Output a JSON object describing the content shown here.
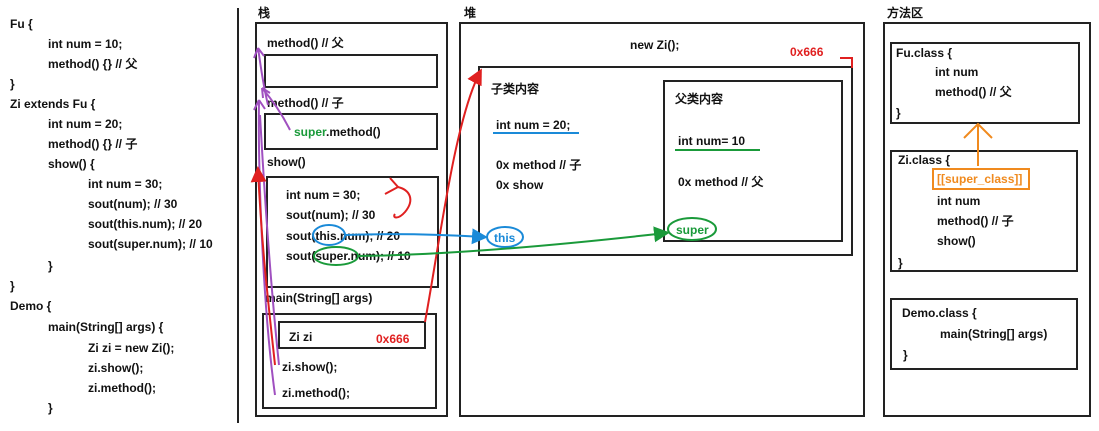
{
  "code": {
    "lines": [
      "Fu {",
      "int num = 10;",
      "method() {} // 父",
      "}",
      "Zi extends Fu {",
      "int num = 20;",
      "method() {} // 子",
      "show() {",
      "int num = 30;",
      "sout(num); // 30",
      "sout(this.num); // 20",
      "sout(super.num); // 10",
      "}",
      "}",
      "Demo {",
      "main(String[] args) {",
      "Zi zi = new Zi();",
      "zi.show();",
      "zi.method();",
      "}"
    ]
  },
  "stack": {
    "title": "栈",
    "frame_method_parent": "method() // 父",
    "frame_method_child": "method() // 子",
    "super_word": "super",
    "super_call_rest": ".method()",
    "frame_show": "show()",
    "show_line1": "int num = 30;",
    "show_line2": "sout(num); // 30",
    "show_line3_pre": "sout(",
    "show_line3_this": "this",
    "show_line3_post": ".num); // 20",
    "show_line4_pre": "sout(",
    "show_line4_super": "super",
    "show_line4_post": ".num); // 10",
    "frame_main": "main(String[] args)",
    "main_var": "Zi zi",
    "main_addr": "0x666",
    "main_call1": "zi.show();",
    "main_call2": "zi.method();"
  },
  "heap": {
    "title": "堆",
    "new_label": "new Zi();",
    "addr": "0x666",
    "child_title": "子类内容",
    "child_num": "int num = 20;",
    "child_method": "0x method // 子",
    "child_show": "0x show",
    "this_tag": "this",
    "parent_title": "父类内容",
    "parent_num": "int num= 10",
    "parent_method": "0x method // 父",
    "super_tag": "super"
  },
  "method_area": {
    "title": "方法区",
    "fu_class": "Fu.class {",
    "fu_num": "int num",
    "fu_method": "method() // 父",
    "close": "}",
    "zi_class": "Zi.class {",
    "zi_super": "[[super_class]]",
    "zi_num": "int num",
    "zi_method": "method() // 子",
    "zi_show": "show()",
    "demo_class": "Demo.class {",
    "demo_main": "main(String[] args)"
  },
  "colors": {
    "red": "#e02020",
    "green": "#1a9a3a",
    "blue": "#1a8ad8",
    "orange": "#f08a1e",
    "purple": "#a050c0"
  }
}
